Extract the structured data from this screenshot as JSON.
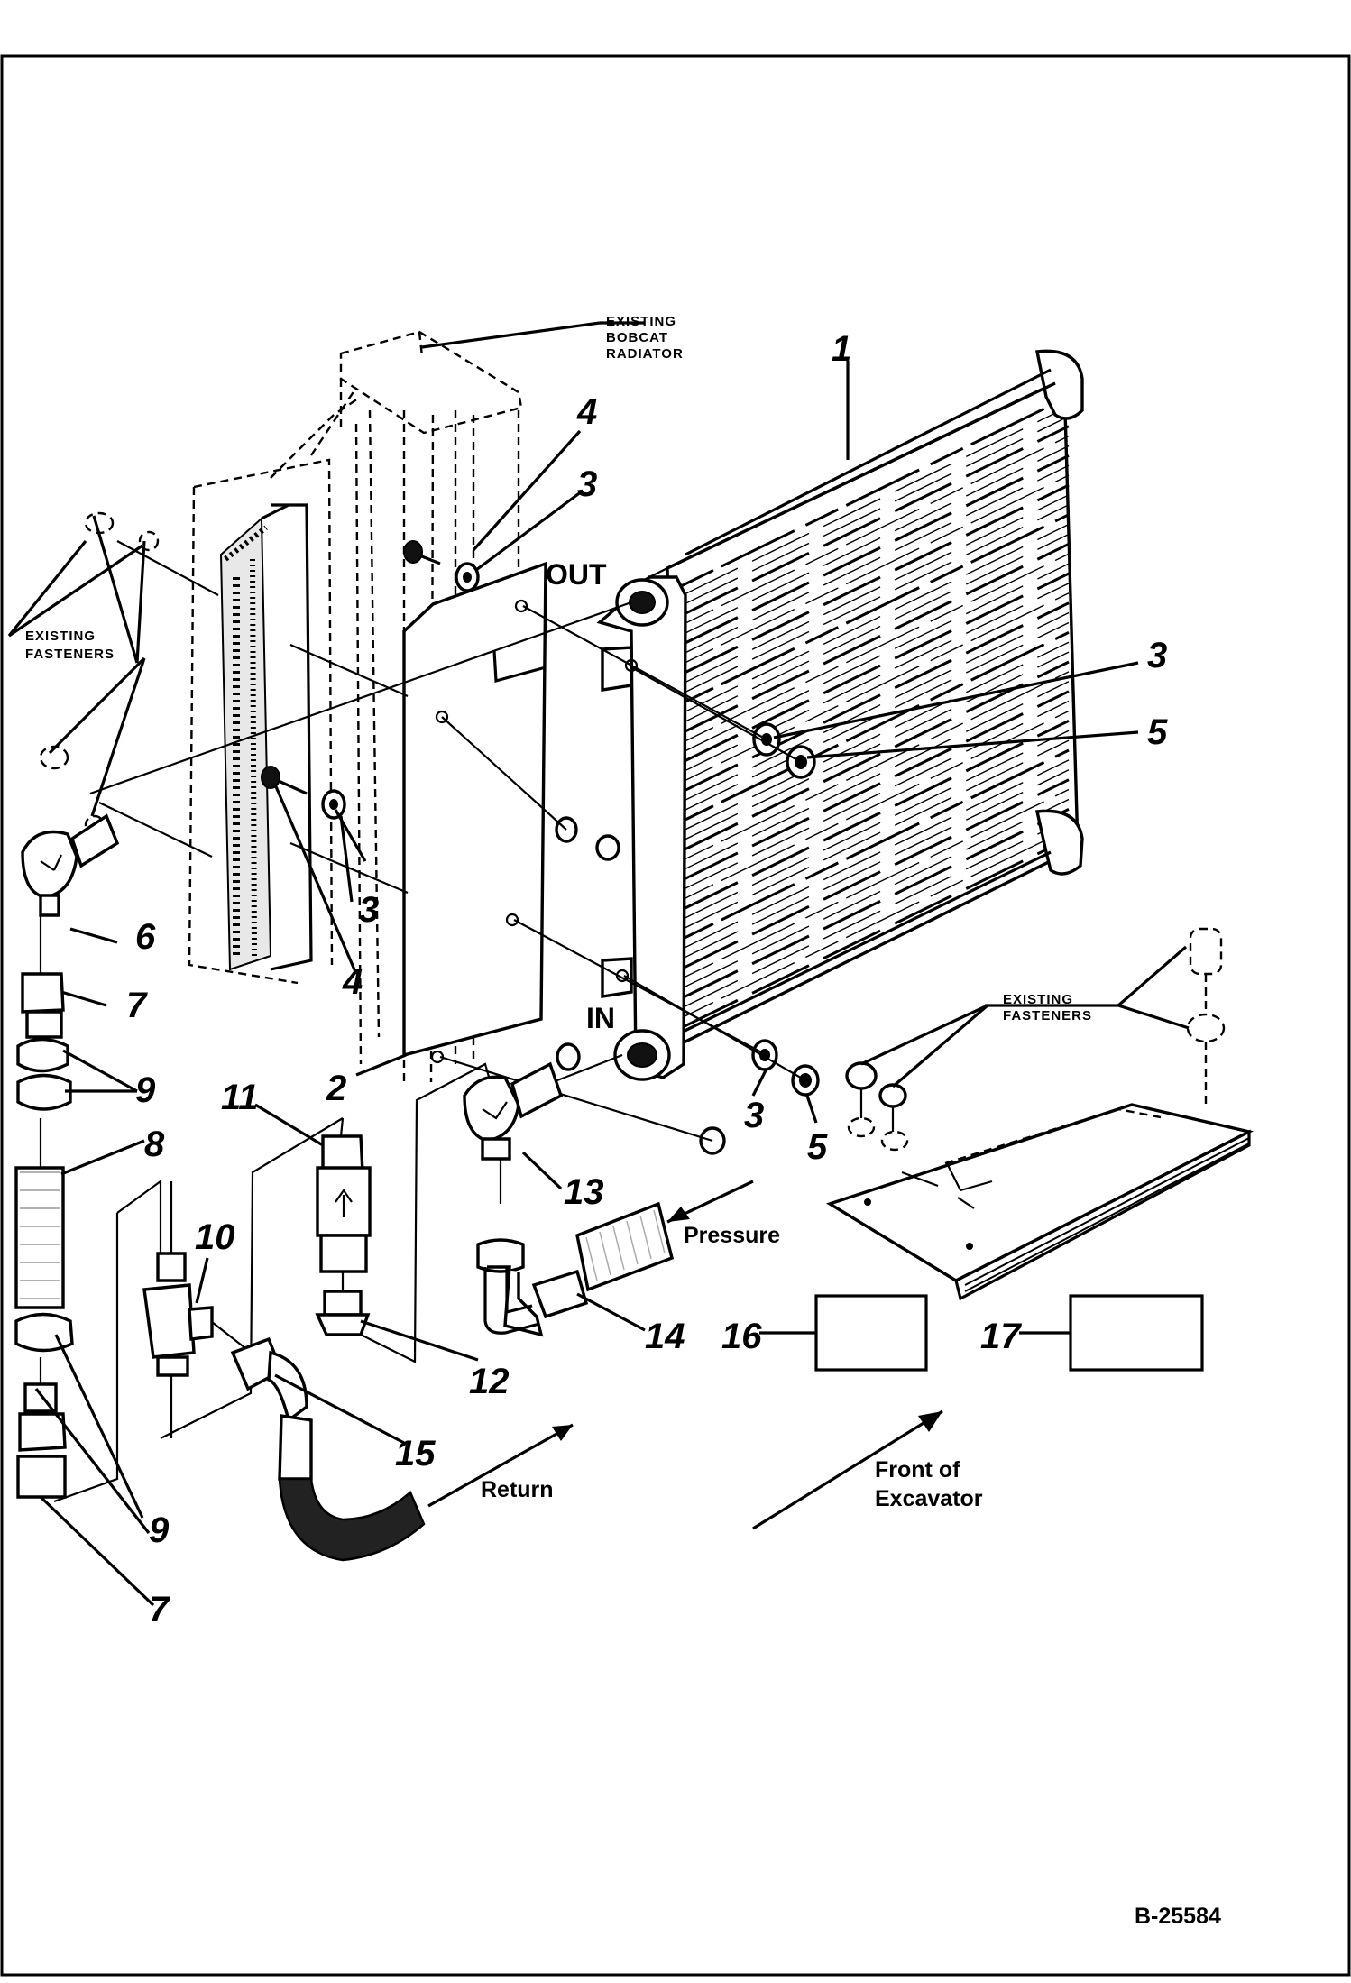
{
  "diagram": {
    "doc_id": "B-25584",
    "labels": {
      "existing_bobcat_radiator": [
        "EXISTING",
        "BOBCAT",
        "RADIATOR"
      ],
      "existing_fasteners_left": [
        "EXISTING",
        "FASTENERS"
      ],
      "existing_fasteners_right": [
        "EXISTING",
        "FASTENERS"
      ],
      "out": "OUT",
      "in": "IN",
      "pressure": "Pressure",
      "return": "Return",
      "front_of_excavator": [
        "Front of",
        "Excavator"
      ]
    },
    "callouts": {
      "c1": "1",
      "c2": "2",
      "c3a": "3",
      "c3b": "3",
      "c3c": "3",
      "c3d": "3",
      "c4a": "4",
      "c4b": "4",
      "c5a": "5",
      "c5b": "5",
      "c6": "6",
      "c7a": "7",
      "c7b": "7",
      "c8": "8",
      "c9a": "9",
      "c9b": "9",
      "c10": "10",
      "c11": "11",
      "c12": "12",
      "c13": "13",
      "c14": "14",
      "c15": "15",
      "c16": "16",
      "c17": "17"
    }
  }
}
